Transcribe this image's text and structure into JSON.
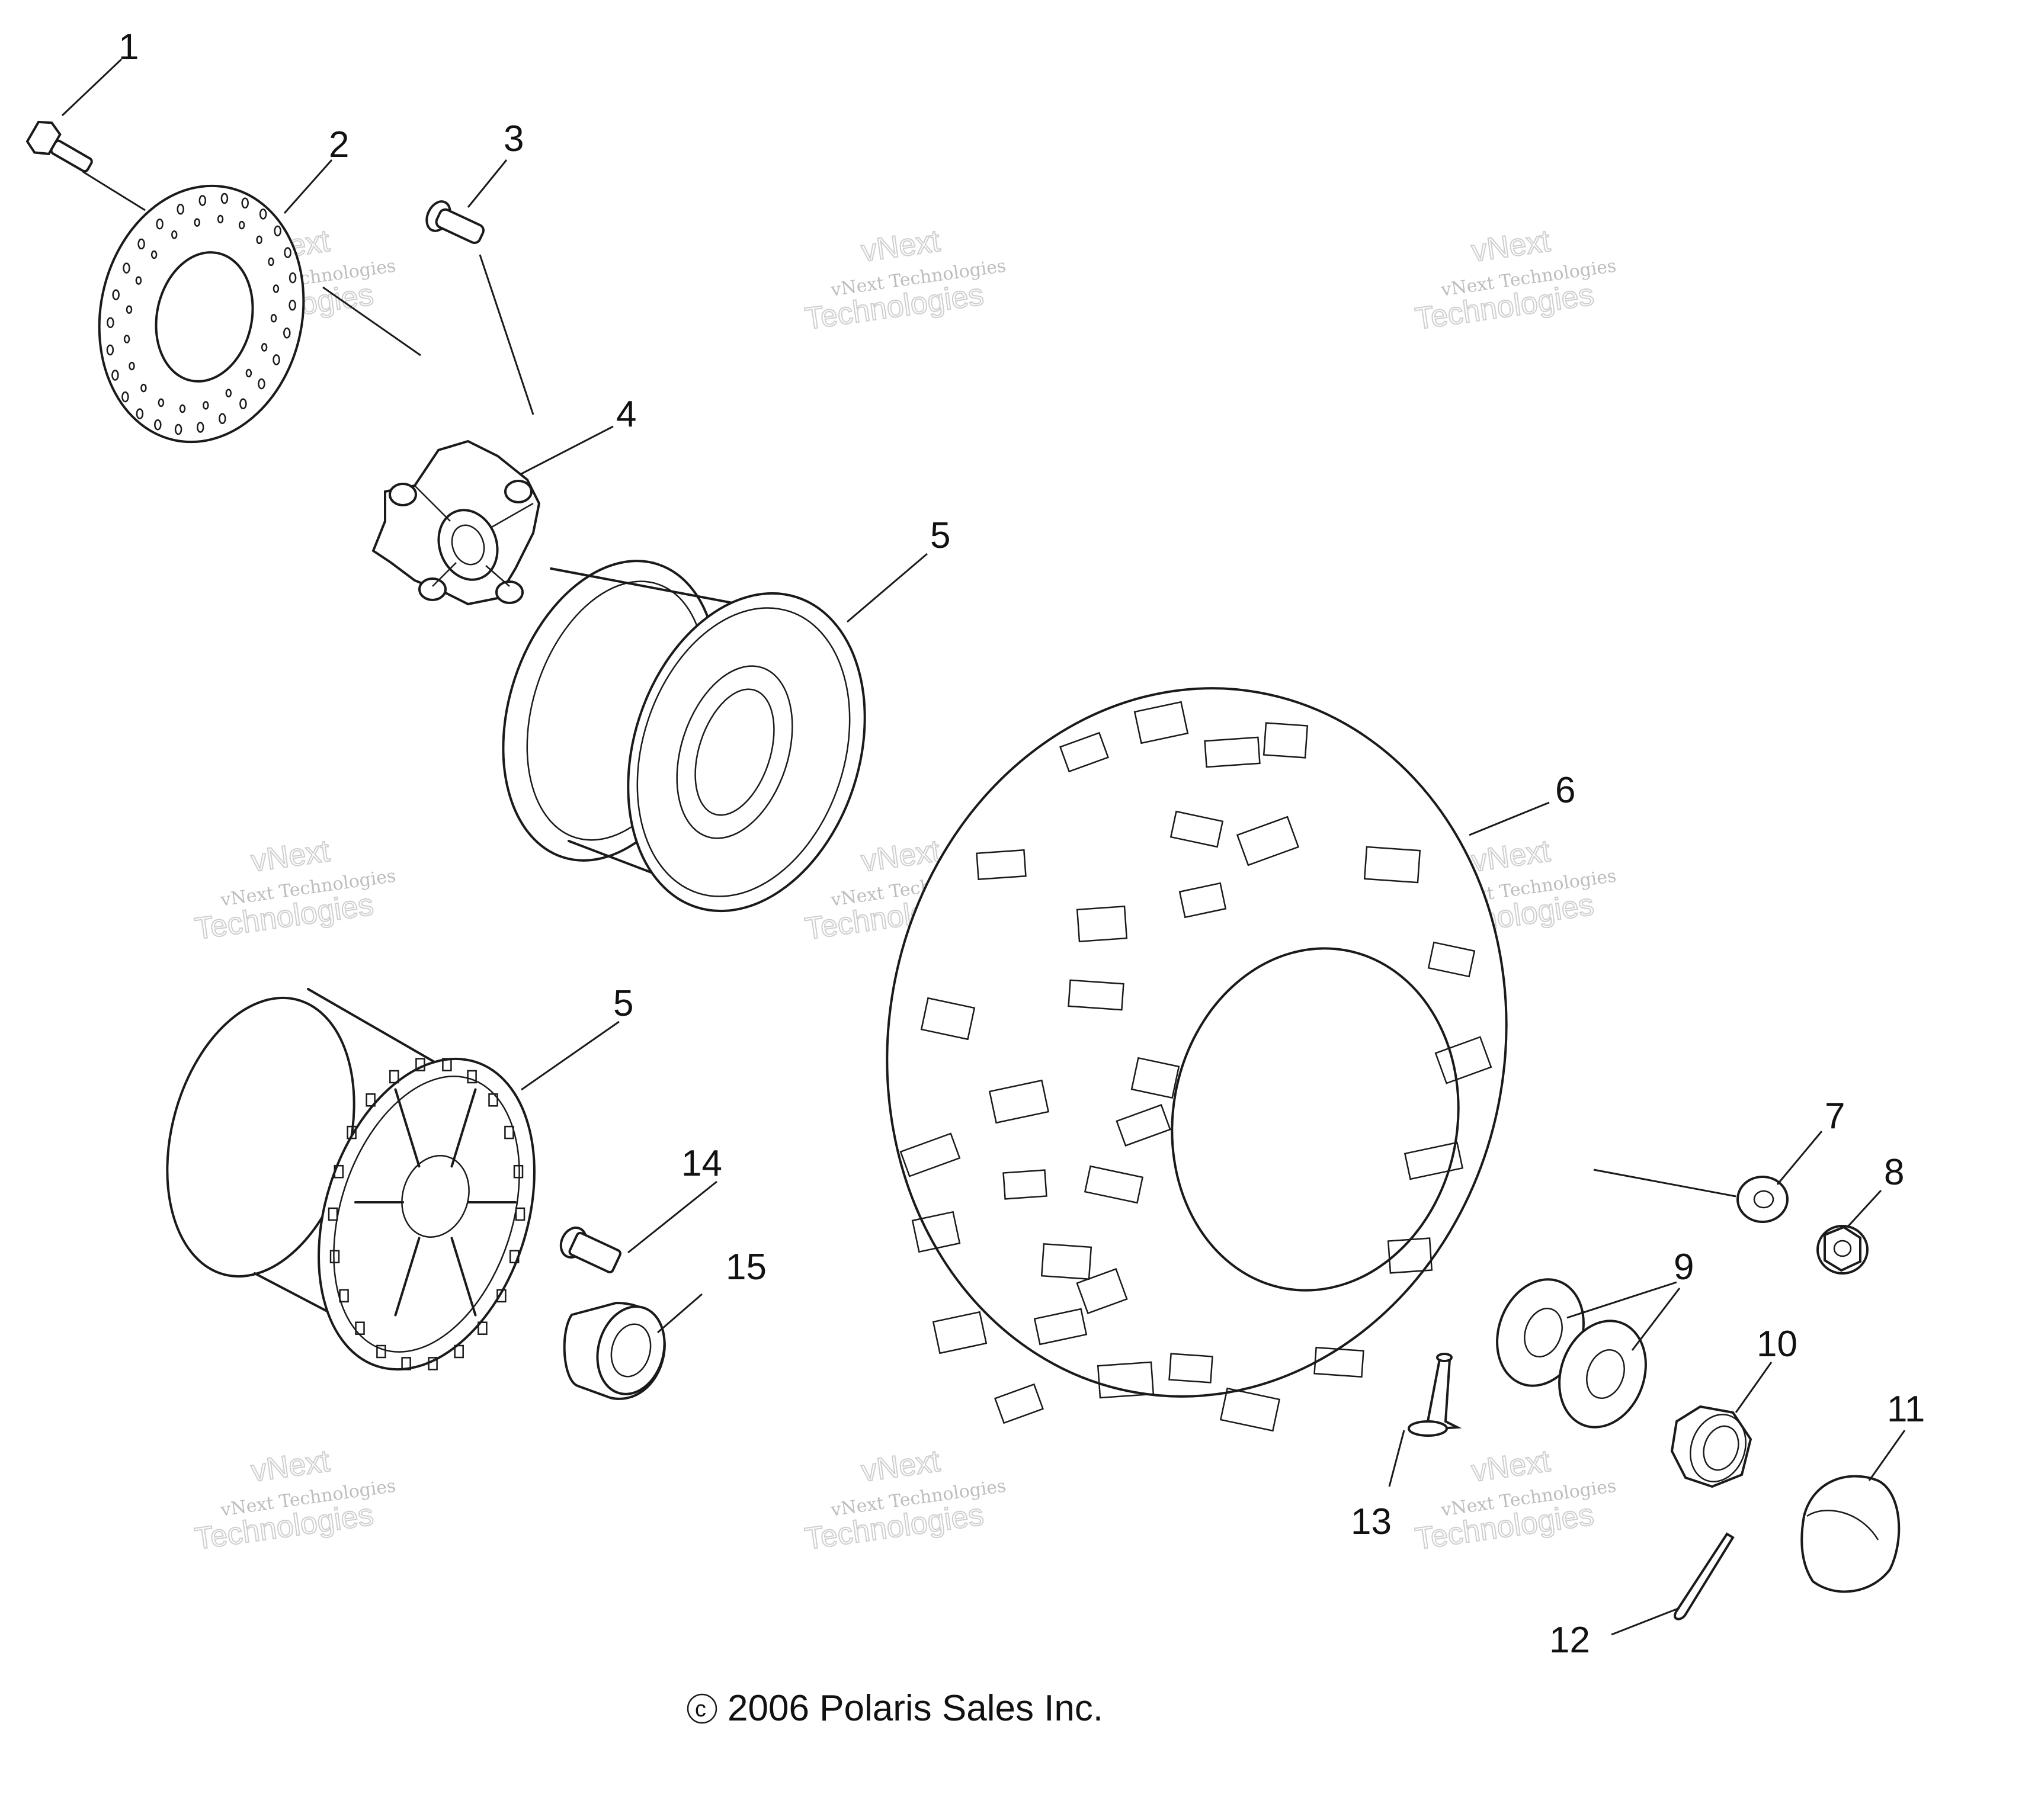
{
  "callouts": [
    "1",
    "2",
    "3",
    "4",
    "5",
    "5",
    "6",
    "7",
    "8",
    "9",
    "10",
    "11",
    "12",
    "13",
    "14",
    "15"
  ],
  "watermark": {
    "line1": "vNext Technologies",
    "line2": "Technologies",
    "line3": "vNext"
  },
  "copyright": "2006 Polaris Sales Inc.",
  "copyright_symbol": "c"
}
